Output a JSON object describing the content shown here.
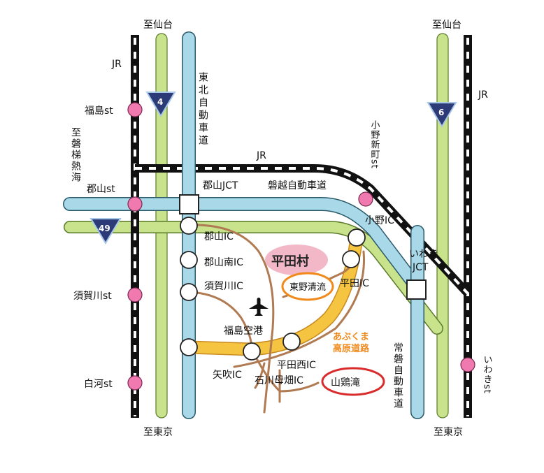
{
  "labels": {
    "to_sendai_left": "至仙台",
    "to_sendai_right": "至仙台",
    "to_tokyo_left": "至東京",
    "to_tokyo_right": "至東京",
    "jr_left": "JR",
    "jr_right": "JR",
    "jr_center": "JR",
    "tohoku_expressway": "東北自動車道",
    "to_bandai_atami": "至磐梯熱海",
    "banetsu_expressway": "磐越自動車道",
    "joban_expressway": "常磐自動車道",
    "abukuma_kogen": "あぶくま高原道路",
    "hirata_village": "平田村",
    "higashino_seiryu": "東野清流",
    "yamatori_taki": "山鶏滝",
    "fukushima_airport": "福島空港"
  },
  "stations": {
    "fukushima": "福島st",
    "koriyama": "郡山st",
    "sukagawa": "須賀川st",
    "shirakawa": "白河st",
    "ononiimachi": "小野新町st",
    "iwaki": "いわきst"
  },
  "interchanges": {
    "koriyama_jct": "郡山JCT",
    "koriyama_ic": "郡山IC",
    "koriyama_minami_ic": "郡山南IC",
    "sukagawa_ic": "須賀川IC",
    "ono_ic": "小野IC",
    "hirata_ic": "平田IC",
    "iwaki_jct": "いわきJCT",
    "hirata_nishi_ic": "平田西IC",
    "yabuki_ic": "矢吹IC",
    "ishikawa_bohata_ic": "石川母畑IC"
  },
  "routes": {
    "route4": "4",
    "route6": "6",
    "route49": "49"
  },
  "colors": {
    "expressway": "#a9d8e8",
    "national_road": "#c9e38c",
    "abukuma_road": "#f5c542",
    "local_road": "#b07a52",
    "station": "#f07ab0",
    "route_shield": "#2d3a78",
    "highlight": "#f3b8c8",
    "seiryu_circle": "#f08a1c",
    "taki_circle": "#d92b2b"
  }
}
